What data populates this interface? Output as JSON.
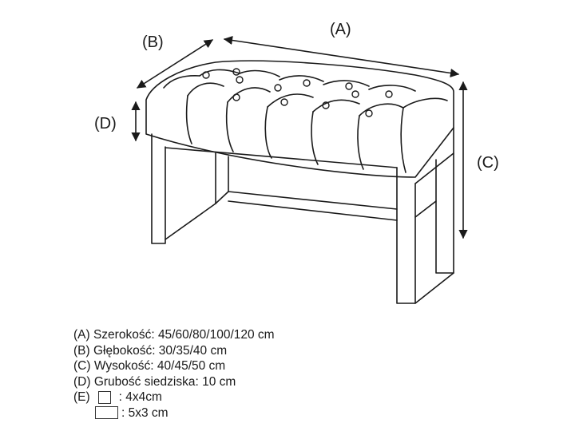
{
  "labels": {
    "a": "(A)",
    "b": "(B)",
    "c": "(C)",
    "d": "(D)"
  },
  "legend": {
    "a": "(A) Szerokość: 45/60/80/100/120 cm",
    "b": "(B) Głębokość: 30/35/40 cm",
    "c": "(C) Wysokość: 40/45/50 cm",
    "d": "(D) Grubość siedziska: 10 cm",
    "e_label": "(E)",
    "e1": ": 4x4cm",
    "e2": ": 5x3 cm"
  },
  "colors": {
    "line": "#1a1a1a"
  }
}
